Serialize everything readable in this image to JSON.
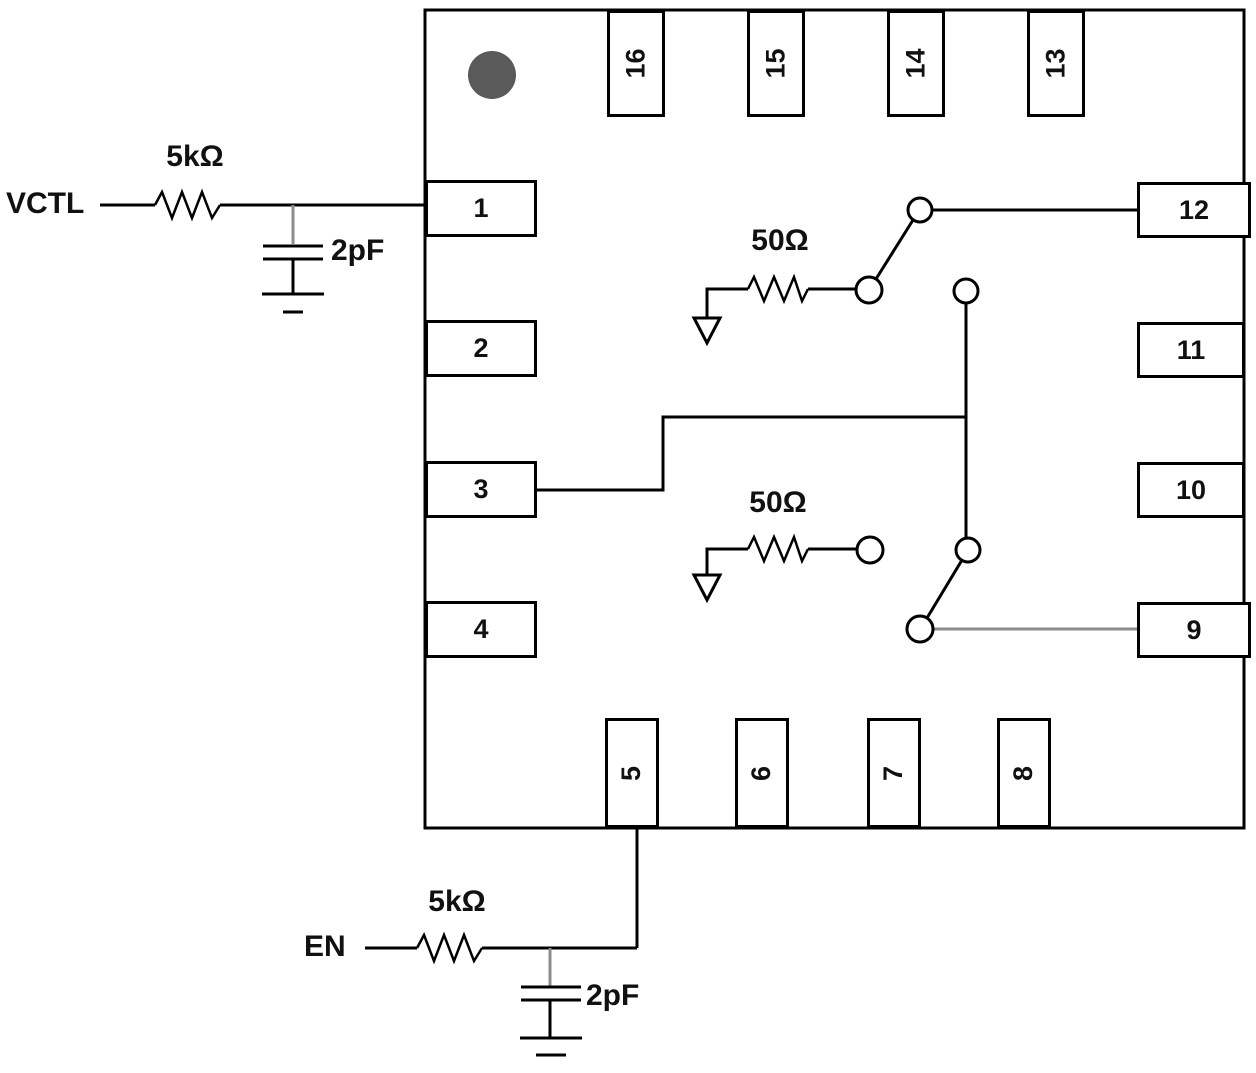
{
  "diagram_type": "rf-switch-functional-schematic",
  "chip": {
    "pins": {
      "left": [
        "1",
        "2",
        "3",
        "4"
      ],
      "bottom": [
        "5",
        "6",
        "7",
        "8"
      ],
      "right": [
        "12",
        "11",
        "10",
        "9"
      ],
      "top": [
        "16",
        "15",
        "14",
        "13"
      ]
    }
  },
  "external": {
    "vctl": {
      "label": "VCTL",
      "resistor": "5kΩ",
      "capacitor": "2pF"
    },
    "en": {
      "label": "EN",
      "resistor": "5kΩ",
      "capacitor": "2pF"
    }
  },
  "internal": {
    "shunt_top": {
      "resistor": "50Ω"
    },
    "shunt_bottom": {
      "resistor": "50Ω"
    }
  },
  "colors": {
    "line": "#000000",
    "gray_line": "#8c8c8c",
    "dot": "#5a5a5a",
    "background": "#ffffff"
  }
}
